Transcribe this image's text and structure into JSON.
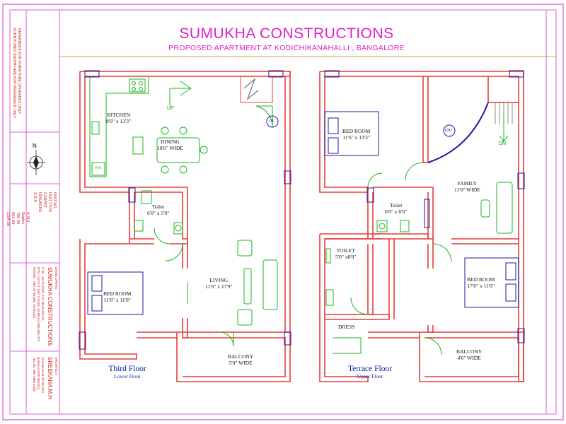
{
  "title": "SUMUKHA CONSTRUCTIONS",
  "subtitle": "PROPOSED APARTMENT AT KODICHIKANAHALLI , BANGALORE",
  "title_block": {
    "note": [
      "REFERENCE FOR FURNITURE UPGRADES ONLY",
      "FURNITURES SHOWN ARE FOR REFERENCE ONLY"
    ],
    "specs_labels": [
      "UNIT NO",
      "UNIT TYPE",
      "CARPET",
      "UDS/ACRE",
      "S.B.A"
    ],
    "specs_values": [
      "A  310",
      "Duplex",
      "790 Sft",
      "601 Sft",
      "1194 Sft"
    ],
    "developer_label": "DEVELOPERS",
    "developer_name": "SUMUKHA CONSTRUCTIONS",
    "developer_address": [
      "# 1B , 1st FLOOR, 1ST MAIN ROAD,",
      "BTM LAYOUT 2ND STAGE, BANGALORE 560 076",
      "PHONE : 080 26781055, 26781337"
    ],
    "architect_label": "ARCHITECT",
    "architect_name": "SREEKARA M.H",
    "architect_address": [
      "JAYANAGAR 4th BLOCK",
      "BANGALORE 560 011",
      "TEL No. 080 2665 1933"
    ]
  },
  "compass": {
    "label": "N"
  },
  "third_floor": {
    "title": "Third Floor",
    "subtitle": "Lower Floor",
    "rooms": [
      {
        "name": "KITCHEN",
        "dim": "8'0\" x 13'3\""
      },
      {
        "name": "DINING",
        "dim": "10'6\" WIDE"
      },
      {
        "name": "Toilet",
        "dim": "6'0\" x 5'9\""
      },
      {
        "name": "BED ROOM",
        "dim": "11'6\" x 11'0\""
      },
      {
        "name": "LIVING",
        "dim": "11'0\" x 17'9\""
      },
      {
        "name": "BALCONY",
        "dim": "5'0\" WIDE"
      }
    ],
    "stair_label": "UP",
    "door_tag": "10",
    "appliance_label": "WH"
  },
  "terrace_floor": {
    "title": "Terrace Floor",
    "subtitle": "Upper Floor",
    "rooms": [
      {
        "name": "BED ROOM",
        "dim": "11'6\" x 13'3\""
      },
      {
        "name": "FAMILY",
        "dim": "11'0\" WIDE"
      },
      {
        "name": "Toilet",
        "dim": "6'0\" x 6'0\""
      },
      {
        "name": "TOILET",
        "dim": "5'0\" x8'0\""
      },
      {
        "name": "BED ROOM",
        "dim": "17'6\" x 11'0\""
      },
      {
        "name": "DRESS",
        "dim": ""
      },
      {
        "name": "BALCONY",
        "dim": "4'6\" WIDE"
      }
    ],
    "stair_label": "DN",
    "door_tag": "10U"
  },
  "colors": {
    "border": "#d030d0",
    "wall": "#e83c3c",
    "fixture": "#18b418",
    "furniture_box": "#1a1aa0",
    "title": "#e020c8",
    "floor_title": "#0a1aa0"
  }
}
